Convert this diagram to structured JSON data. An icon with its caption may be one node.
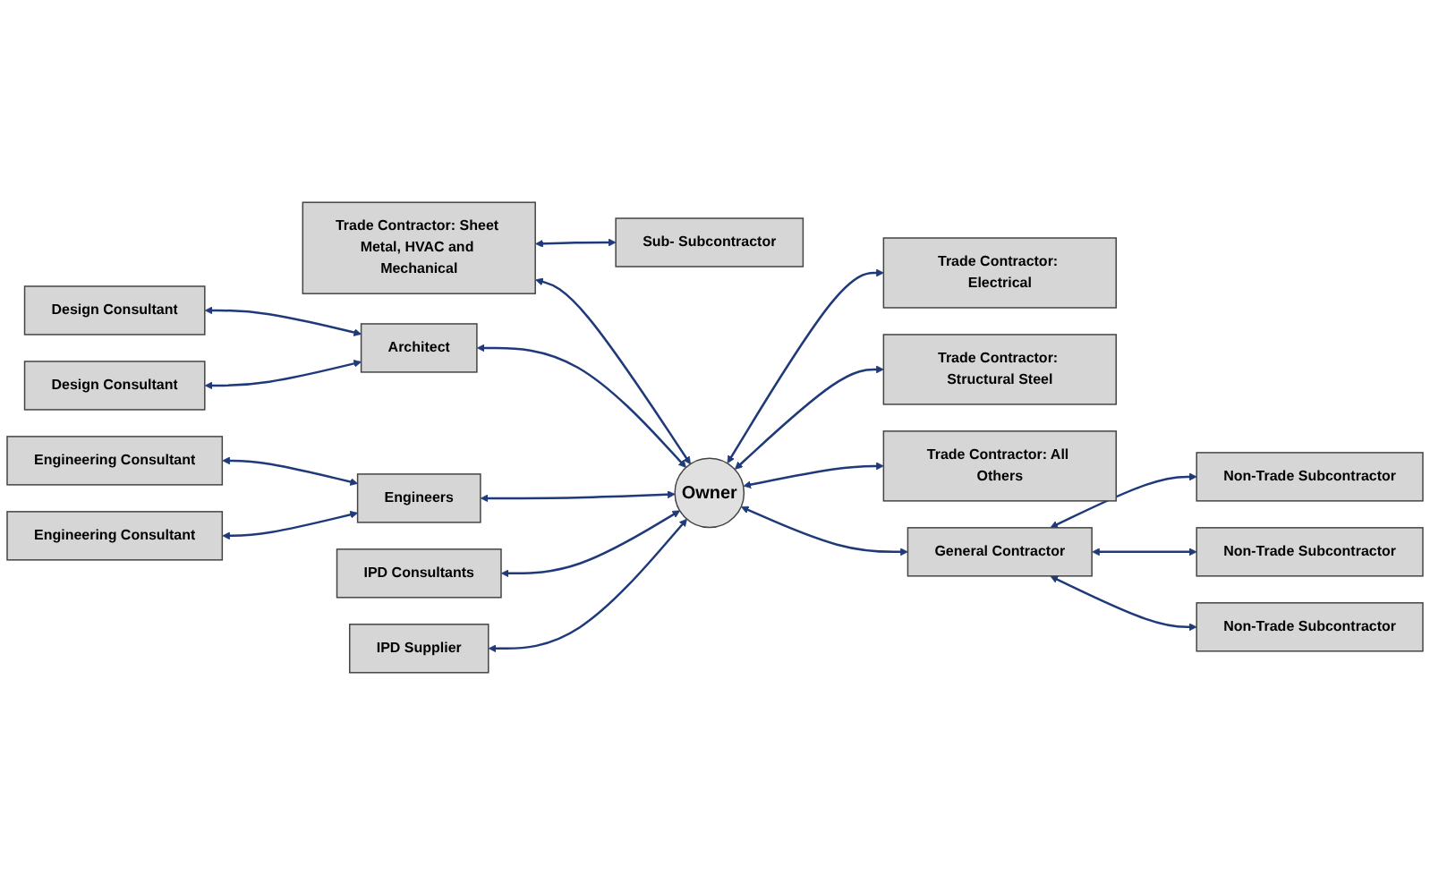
{
  "diagram": {
    "nodes": [
      {
        "text": [
          "Sub- Subcontractor"
        ]
      },
      {
        "text": [
          "Design Consultant"
        ]
      },
      {
        "text": [
          "Trade Contractor: Sheet Metal, HVAC and Mechanical"
        ]
      },
      {
        "text": [
          "Architect"
        ]
      },
      {
        "text": [
          "Design Consultant"
        ]
      },
      {
        "text": [
          "Trade Contractor: Electrical"
        ]
      },
      {
        "text": [
          "Engineering Consultant"
        ]
      },
      {
        "text": [
          "Engineers"
        ]
      },
      {
        "text": [
          "Owner"
        ]
      },
      {
        "text": [
          "Trade Contractor: Structural Steel"
        ]
      },
      {
        "text": [
          "Engineering Consultant"
        ]
      },
      {
        "text": [
          "Trade Contractor: All Others"
        ]
      },
      {
        "text": [
          "IPD Consultants"
        ]
      },
      {
        "text": [
          "Non-Trade Subcontractor"
        ]
      },
      {
        "text": [
          "General Contractor"
        ]
      },
      {
        "text": [
          "IPD Supplier"
        ]
      },
      {
        "text": [
          "Non-Trade Subcontractor"
        ]
      },
      {
        "text": [
          "Non-Trade Subcontractor"
        ]
      }
    ],
    "edges": [
      {
        "from": 1,
        "to": 3,
        "arrow": "both"
      },
      {
        "from": 4,
        "to": 3,
        "arrow": "both"
      },
      {
        "from": 3,
        "to": 8,
        "arrow": "both"
      },
      {
        "from": 2,
        "to": 0,
        "arrow": "both"
      },
      {
        "from": 2,
        "to": 8,
        "arrow": "both"
      },
      {
        "from": 8,
        "to": 5,
        "arrow": "both"
      },
      {
        "from": 6,
        "to": 7,
        "arrow": "both"
      },
      {
        "from": 10,
        "to": 7,
        "arrow": "both"
      },
      {
        "from": 7,
        "to": 8,
        "arrow": "both"
      },
      {
        "from": 8,
        "to": 9,
        "arrow": "both"
      },
      {
        "from": 8,
        "to": 11,
        "arrow": "both"
      },
      {
        "from": 12,
        "to": 8,
        "arrow": "both"
      },
      {
        "from": 15,
        "to": 8,
        "arrow": "both"
      },
      {
        "from": 8,
        "to": 14,
        "arrow": "both"
      },
      {
        "from": 14,
        "to": 13,
        "arrow": "both"
      },
      {
        "from": 14,
        "to": 16,
        "arrow": "both"
      },
      {
        "from": 14,
        "to": 17,
        "arrow": "both"
      }
    ]
  }
}
